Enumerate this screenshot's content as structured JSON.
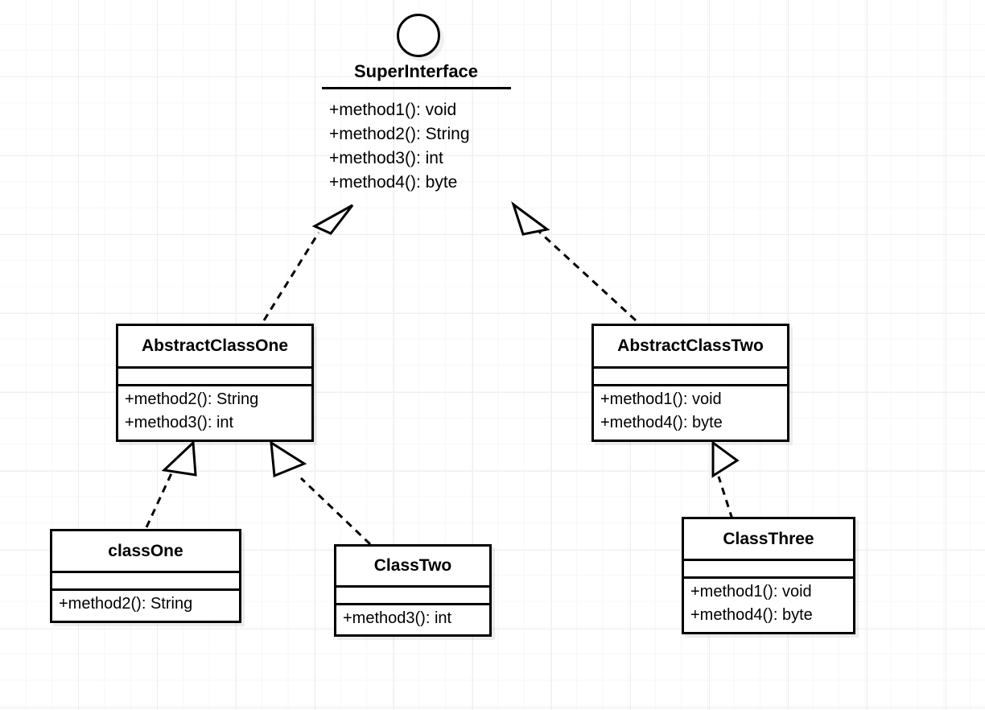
{
  "diagram": {
    "type": "uml-class-diagram",
    "title": "",
    "background": "#ffffff",
    "grid_color": "#eceef0",
    "line_color": "#000000",
    "fill_color": "#ffffff"
  },
  "interface": {
    "icon": "circle-icon",
    "name": "SuperInterface",
    "methods": [
      "+method1(): void",
      "+method2(): String",
      "+method3(): int",
      "+method4(): byte"
    ]
  },
  "classes": [
    {
      "id": "abstract-class-one",
      "name": "AbstractClassOne",
      "attributes": [],
      "methods": [
        "+method2(): String",
        "+method3(): int"
      ]
    },
    {
      "id": "abstract-class-two",
      "name": "AbstractClassTwo",
      "attributes": [],
      "methods": [
        "+method1(): void",
        "+method4(): byte"
      ]
    },
    {
      "id": "class-one",
      "name": "classOne",
      "attributes": [],
      "methods": [
        "+method2(): String"
      ]
    },
    {
      "id": "class-two",
      "name": "ClassTwo",
      "attributes": [],
      "methods": [
        "+method3(): int"
      ]
    },
    {
      "id": "class-three",
      "name": "ClassThree",
      "attributes": [],
      "methods": [
        "+method1(): void",
        "+method4(): byte"
      ]
    }
  ],
  "relationships": [
    {
      "id": "rel-1",
      "from": "AbstractClassOne",
      "to": "SuperInterface",
      "kind": "realization",
      "line": "dashed",
      "arrow": "hollow-triangle"
    },
    {
      "id": "rel-2",
      "from": "AbstractClassTwo",
      "to": "SuperInterface",
      "kind": "realization",
      "line": "dashed",
      "arrow": "hollow-triangle"
    },
    {
      "id": "rel-3",
      "from": "classOne",
      "to": "AbstractClassOne",
      "kind": "realization",
      "line": "dashed",
      "arrow": "hollow-triangle"
    },
    {
      "id": "rel-4",
      "from": "ClassTwo",
      "to": "AbstractClassOne",
      "kind": "realization",
      "line": "dashed",
      "arrow": "hollow-triangle"
    },
    {
      "id": "rel-5",
      "from": "ClassThree",
      "to": "AbstractClassTwo",
      "kind": "realization",
      "line": "dashed",
      "arrow": "hollow-triangle"
    }
  ]
}
